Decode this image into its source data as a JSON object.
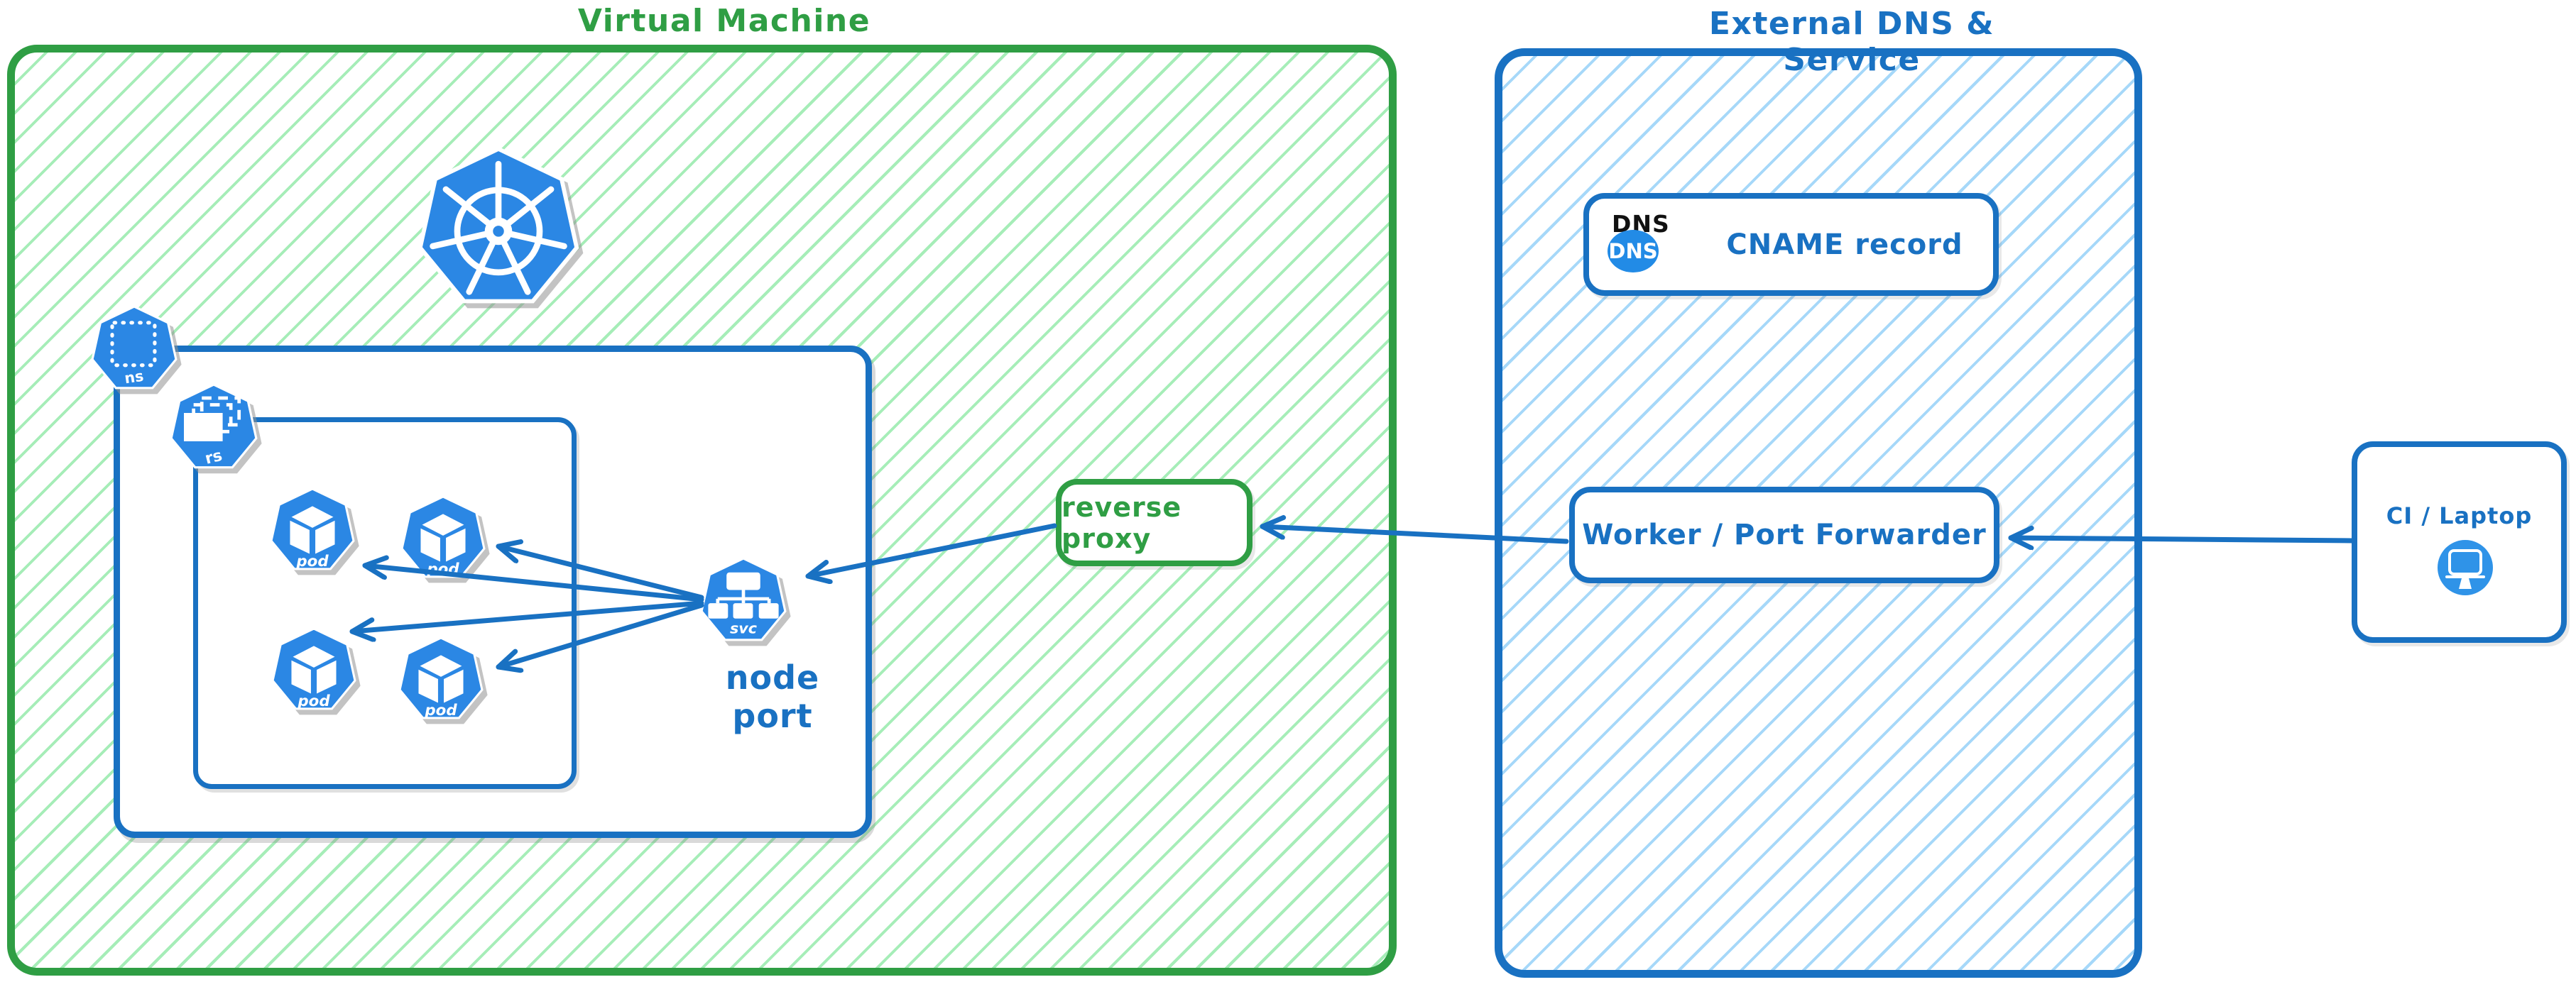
{
  "colors": {
    "green_border": "#2f9e44",
    "green_hatch": "#a6edb8",
    "blue_border": "#1971c2",
    "blue_hatch": "#a6d8f9",
    "icon_blue": "#2b87e4",
    "badge_blue": "#228be6",
    "arrow_blue": "#1971c2",
    "tag_black": "#111111"
  },
  "vm": {
    "title": "Virtual Machine",
    "reverse_proxy_label": "reverse proxy",
    "node_port_label": "node port",
    "pod_label": "pod",
    "ns_label": "ns",
    "rs_label": "rs",
    "svc_label": "svc"
  },
  "external": {
    "title": "External DNS & Service",
    "dns_tag": "DNS",
    "dns_badge": "DNS",
    "cname_label": "CNAME record",
    "worker_label": "Worker / Port Forwarder"
  },
  "client": {
    "label": "CI / Laptop"
  }
}
